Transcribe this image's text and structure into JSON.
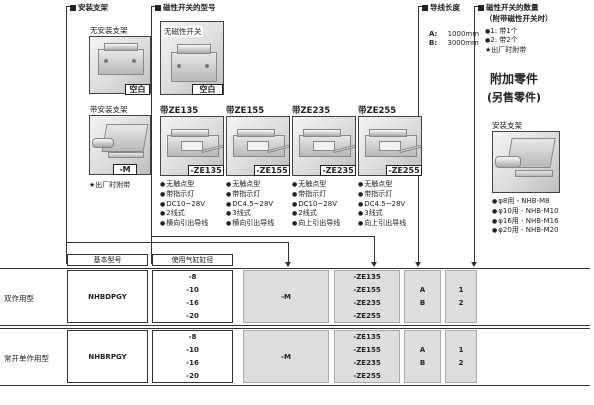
{
  "headers": {
    "bracket": "安装支架",
    "switch_model": "磁性开关的型号",
    "lead_length": "导线长度",
    "switch_qty": "磁性开关的数量",
    "switch_qty_sub": "（附带磁性开关时）"
  },
  "bracket": {
    "none_label": "无安装支架",
    "none_code": "空白",
    "with_label": "带安装支架",
    "with_code": "-M",
    "note": "★出厂时附带"
  },
  "no_switch": {
    "label": "无磁性开关",
    "code": "空白"
  },
  "switches": [
    {
      "title": "带ZE135",
      "code": "-ZE135",
      "specs": [
        "无触点型",
        "带指示灯",
        "DC10~28V",
        "2线式",
        "横向引出导线"
      ]
    },
    {
      "title": "带ZE155",
      "code": "-ZE155",
      "specs": [
        "无触点型",
        "带指示灯",
        "DC4.5~28V",
        "3线式",
        "横向引出导线"
      ]
    },
    {
      "title": "带ZE235",
      "code": "-ZE235",
      "specs": [
        "无触点型",
        "带指示灯",
        "DC10~28V",
        "2线式",
        "向上引出导线"
      ]
    },
    {
      "title": "带ZE255",
      "code": "-ZE255",
      "specs": [
        "无触点型",
        "带指示灯",
        "DC4.5~28V",
        "3线式",
        "向上引出导线"
      ]
    }
  ],
  "lead": {
    "a_code": "A:",
    "a_val": "1000mm",
    "b_code": "B:",
    "b_val": "3000mm"
  },
  "qty": {
    "one": "1: 带1个",
    "two": "2: 带2个",
    "note": "★出厂时附带"
  },
  "accessories": {
    "title": "附加零件",
    "subtitle": "(另售零件)",
    "bracket_label": "安装支架",
    "items": [
      "φ8用 - NHB-M8",
      "φ10用 - NHB-M10",
      "φ16用 - NHB-M16",
      "φ20用 - NHB-M20"
    ]
  },
  "table": {
    "col_base": "基本型号",
    "col_bore": "使用气缸缸径",
    "rows": [
      {
        "type": "双作用型",
        "model": "NHBDPGY",
        "bores": [
          "-8",
          "-10",
          "-16",
          "-20"
        ],
        "bracket": "-M",
        "switches": [
          "-ZE135",
          "-ZE155",
          "-ZE235",
          "-ZE255"
        ],
        "leads": [
          "A",
          "B"
        ],
        "qty": [
          "1",
          "2"
        ]
      },
      {
        "type": "常开单作用型",
        "model": "NHBRPGY",
        "bores": [
          "-8",
          "-10",
          "-16",
          "-20"
        ],
        "bracket": "-M",
        "switches": [
          "-ZE135",
          "-ZE155",
          "-ZE235",
          "-ZE255"
        ],
        "leads": [
          "A",
          "B"
        ],
        "qty": [
          "1",
          "2"
        ]
      }
    ]
  }
}
